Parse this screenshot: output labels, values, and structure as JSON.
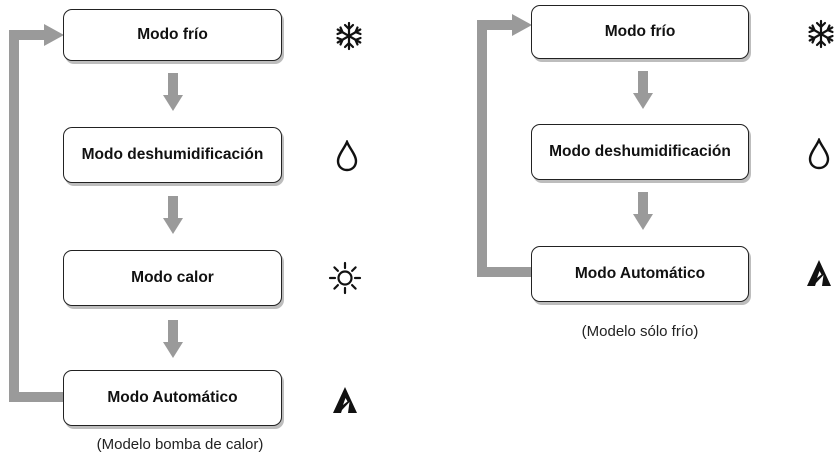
{
  "diagrams": [
    {
      "caption": "(Modelo bomba de calor)",
      "modes": [
        {
          "label": "Modo frío",
          "icon": "snowflake-icon"
        },
        {
          "label": "Modo deshumidificación",
          "icon": "droplet-icon"
        },
        {
          "label": "Modo calor",
          "icon": "sun-icon"
        },
        {
          "label": "Modo Automático",
          "icon": "auto-icon"
        }
      ]
    },
    {
      "caption": "(Modelo sólo frío)",
      "modes": [
        {
          "label": "Modo frío",
          "icon": "snowflake-icon"
        },
        {
          "label": "Modo deshumidificación",
          "icon": "droplet-icon"
        },
        {
          "label": "Modo Automático",
          "icon": "auto-icon"
        }
      ]
    }
  ],
  "colors": {
    "connector": "#9a9a9a",
    "box_border": "#222222",
    "shadow": "#bdbdbd"
  }
}
